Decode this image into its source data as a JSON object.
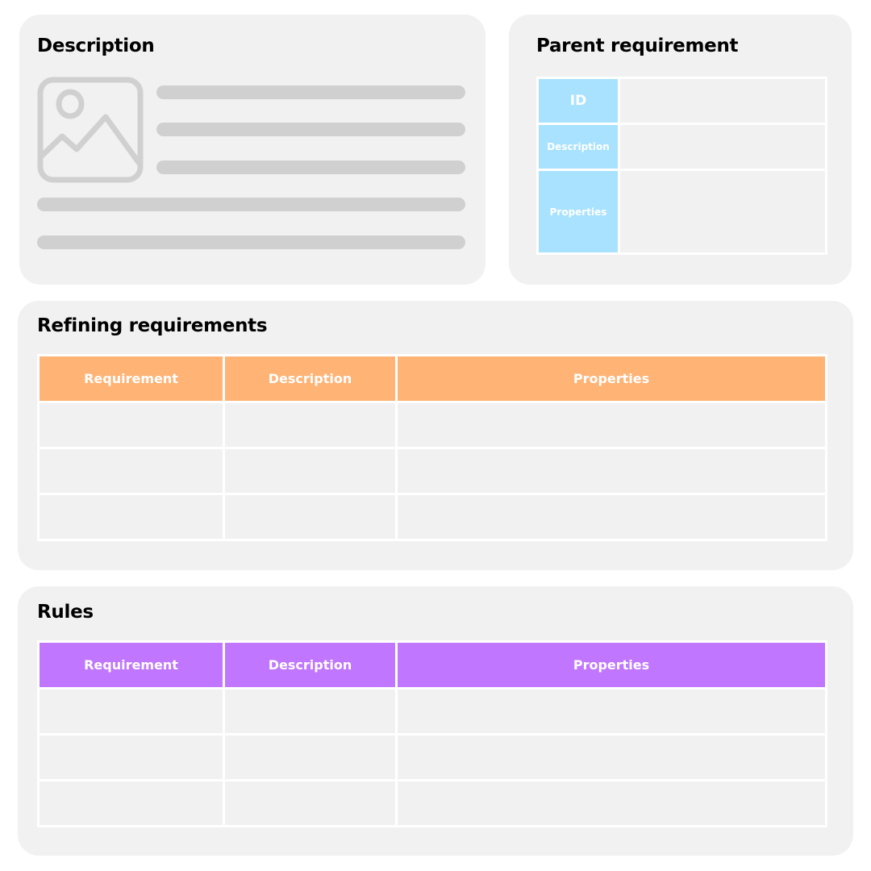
{
  "colors": {
    "card_bg": "#f1f1f1",
    "placeholder_gray": "#d0d0d0",
    "parent_header": "#a8e2fe",
    "refining_header": "#ffb375",
    "rules_header": "#c076ff"
  },
  "description_card": {
    "title": "Description",
    "image_icon": "image-placeholder-icon",
    "text_line_count": 5
  },
  "parent_requirement": {
    "title": "Parent requirement",
    "rows": [
      {
        "label": "ID",
        "value": ""
      },
      {
        "label": "Description",
        "value": ""
      },
      {
        "label": "Properties",
        "value": ""
      }
    ]
  },
  "refining_requirements": {
    "title": "Refining requirements",
    "columns": [
      "Requirement",
      "Description",
      "Properties"
    ],
    "rows": [
      [
        "",
        "",
        ""
      ],
      [
        "",
        "",
        ""
      ],
      [
        "",
        "",
        ""
      ]
    ]
  },
  "rules": {
    "title": "Rules",
    "columns": [
      "Requirement",
      "Description",
      "Properties"
    ],
    "rows": [
      [
        "",
        "",
        ""
      ],
      [
        "",
        "",
        ""
      ],
      [
        "",
        "",
        ""
      ]
    ]
  }
}
